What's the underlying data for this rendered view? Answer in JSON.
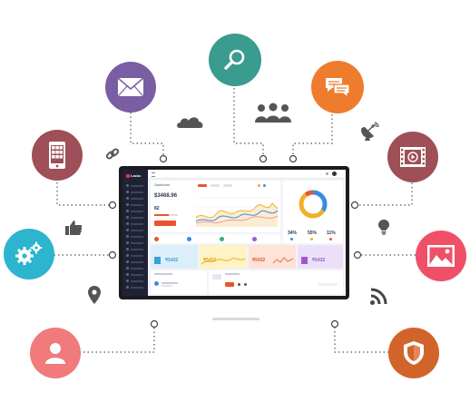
{
  "icons": {
    "search": {
      "icon": "search-icon",
      "color": "#3a9b8f"
    },
    "mail": {
      "icon": "mail-icon",
      "color": "#7a5ea3"
    },
    "chat": {
      "icon": "chat-bubbles-icon",
      "color": "#ef7b2d"
    },
    "mobile": {
      "icon": "mobile-phone-icon",
      "color": "#9e4f57"
    },
    "video": {
      "icon": "video-film-icon",
      "color": "#9e4f57"
    },
    "settings": {
      "icon": "gears-icon",
      "color": "#2db4cf"
    },
    "image": {
      "icon": "image-icon",
      "color": "#ef5068"
    },
    "user": {
      "icon": "user-icon",
      "color": "#f07a7c"
    },
    "shield": {
      "icon": "shield-icon",
      "color": "#d2642b"
    }
  },
  "decorations": [
    "cloud-icon",
    "users-group-icon",
    "satellite-dish-icon",
    "link-icon",
    "thumbs-up-icon",
    "lightbulb-icon",
    "location-pin-icon",
    "rss-icon"
  ],
  "dashboard": {
    "brand": "Lackc",
    "header_label": "Dashboard",
    "revenue_value": "$3468.96",
    "orders_value": "82",
    "button_color": "#e8552d",
    "stats": [
      {
        "label": "34%",
        "color": "#3a8de0"
      },
      {
        "label": "55%",
        "color": "#f0b02c"
      },
      {
        "label": "11%",
        "color": "#e8552d"
      }
    ],
    "donut_segments": [
      {
        "value": 34,
        "color": "#3a8de0"
      },
      {
        "value": 55,
        "color": "#f0b02c"
      },
      {
        "value": 11,
        "color": "#e8552d"
      }
    ],
    "tiles": [
      {
        "value": "₹5432",
        "color": "#dceefa",
        "accent": "#3aa0d8"
      },
      {
        "value": "₹5432",
        "color": "#fdf3c4",
        "accent": "#f0b02c"
      },
      {
        "value": "₹5432",
        "color": "#fde3d8",
        "accent": "#e8552d"
      },
      {
        "value": "₹5432",
        "color": "#ece0f8",
        "accent": "#9b59d0"
      }
    ]
  }
}
